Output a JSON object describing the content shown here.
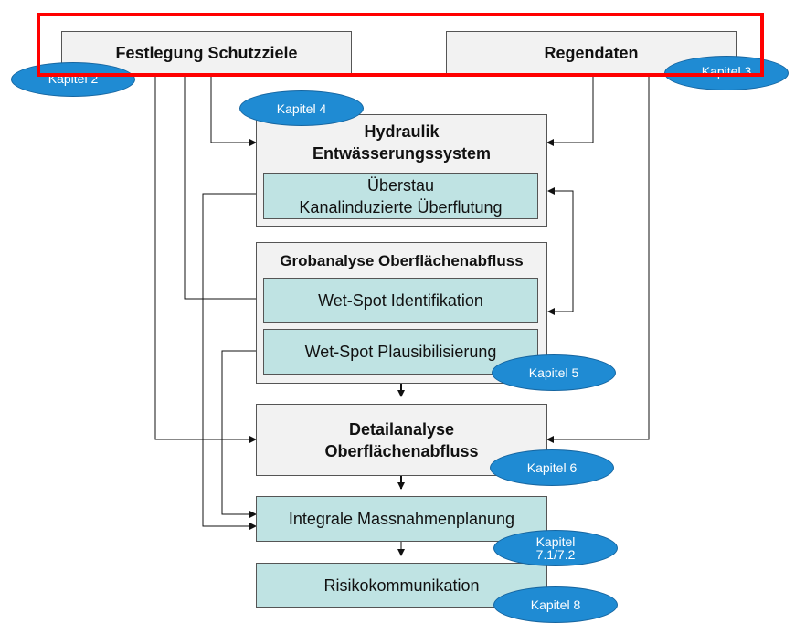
{
  "boxes": {
    "schutzziele": "Festlegung Schutzziele",
    "regendaten": "Regendaten",
    "hydraulik_line1": "Hydraulik",
    "hydraulik_line2": "Entwässerungssystem",
    "ueberstau_line1": "Überstau",
    "ueberstau_line2": "Kanalinduzierte Überflutung",
    "grobanalyse": "Grobanalyse Oberflächenabfluss",
    "wetspot_ident": "Wet-Spot Identifikation",
    "wetspot_plaus": "Wet-Spot Plausibilisierung",
    "detail_line1": "Detailanalyse",
    "detail_line2": "Oberflächenabfluss",
    "massnahmen": "Integrale Massnahmenplanung",
    "risiko": "Risikokommunikation"
  },
  "badges": {
    "k2": "Kapitel 2",
    "k3": "Kapitel 3",
    "k4": "Kapitel 4",
    "k5": "Kapitel 5",
    "k6": "Kapitel 6",
    "k7_line1": "Kapitel",
    "k7_line2": "7.1/7.2",
    "k8": "Kapitel 8"
  },
  "colors": {
    "gray_box": "#f2f2f2",
    "teal_box": "#bfe3e3",
    "badge_blue": "#1f8bd3",
    "highlight": "#ff0000"
  }
}
